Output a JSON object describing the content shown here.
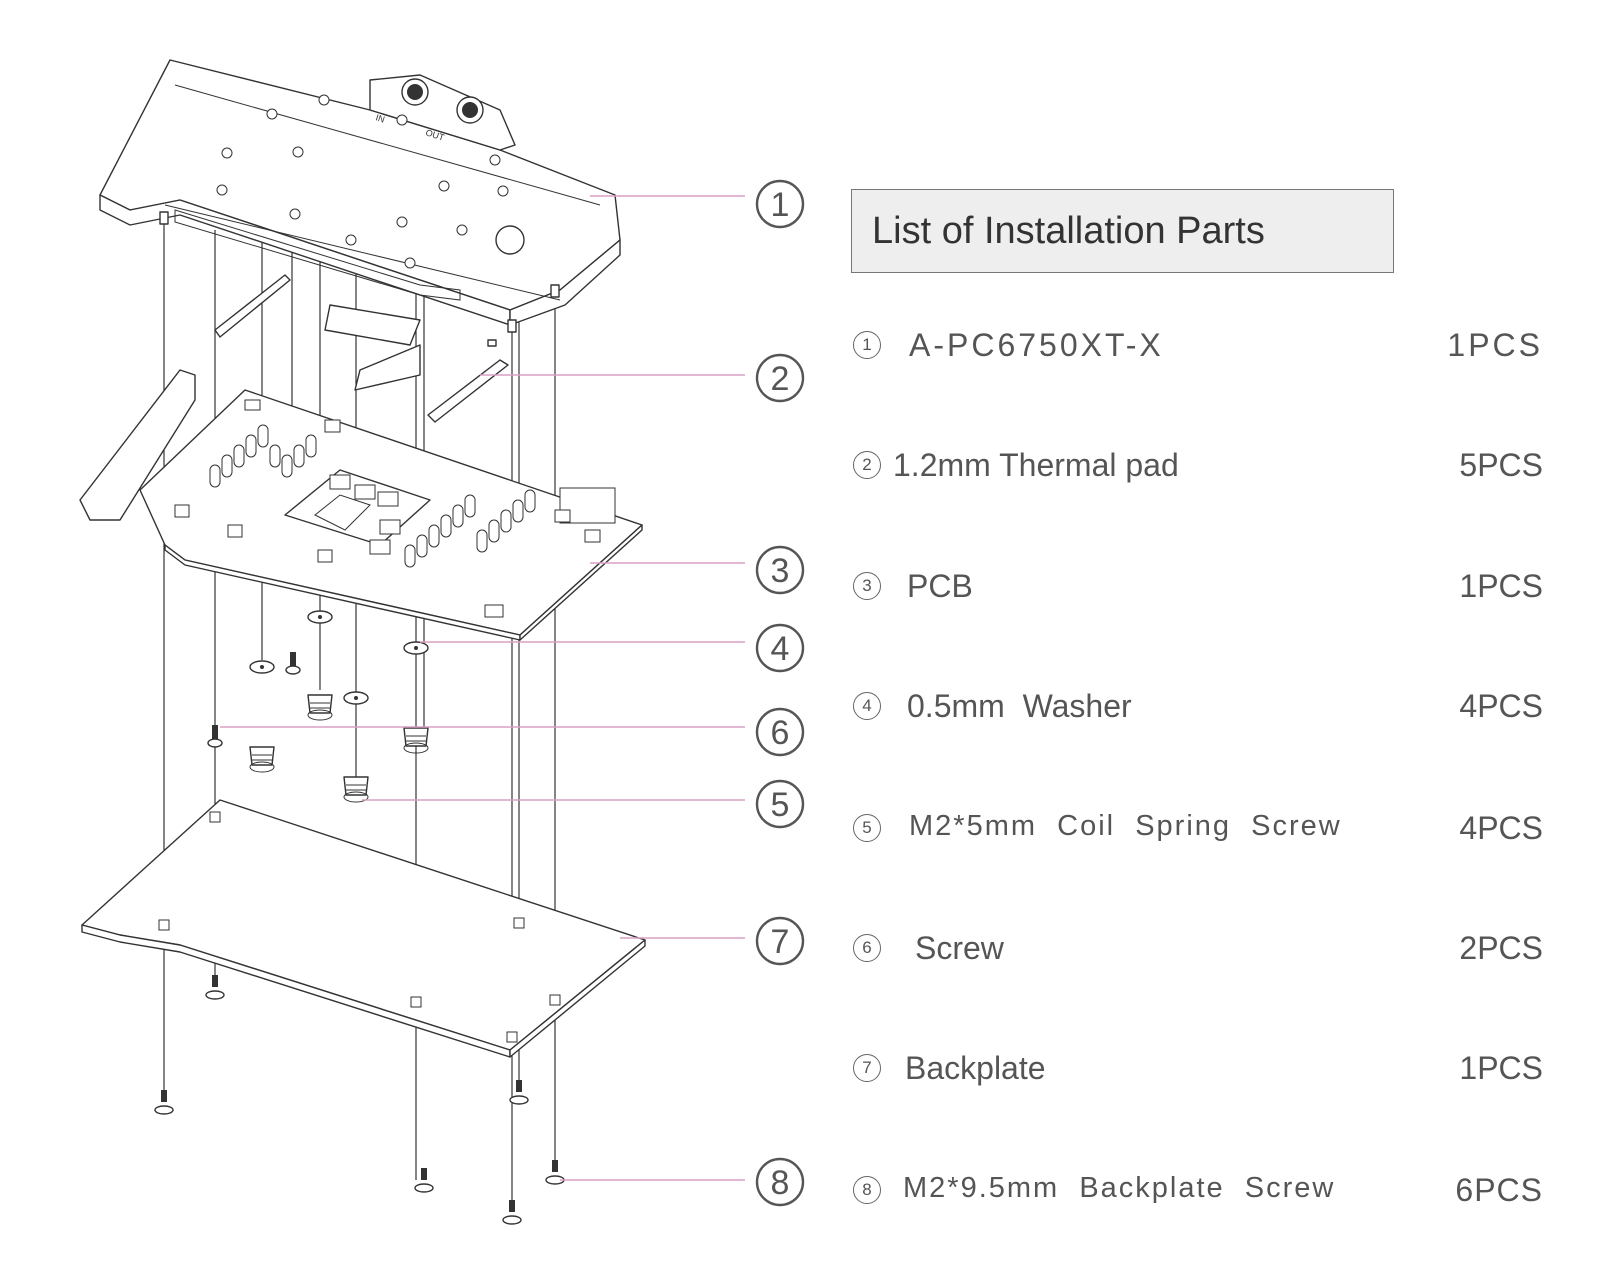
{
  "title": "List of Installation Parts",
  "colors": {
    "leader": "#d9a0c4",
    "header_bg": "#eeeeee",
    "text": "#555555"
  },
  "parts": [
    {
      "index": "1",
      "name": "A-PC6750XT-X",
      "qty": "1PCS"
    },
    {
      "index": "2",
      "name": "1.2mm Thermal pad",
      "qty": "5PCS"
    },
    {
      "index": "3",
      "name": "PCB",
      "qty": "1PCS"
    },
    {
      "index": "4",
      "name": "0.5mm  Washer",
      "qty": "4PCS"
    },
    {
      "index": "5",
      "name": "M2*5mm  Coil  Spring  Screw",
      "qty": "4PCS"
    },
    {
      "index": "6",
      "name": "Screw",
      "qty": "2PCS"
    },
    {
      "index": "7",
      "name": "Backplate",
      "qty": "1PCS"
    },
    {
      "index": "8",
      "name": "M2*9.5mm  Backplate  Screw",
      "qty": "6PCS"
    }
  ],
  "callouts": [
    "1",
    "2",
    "3",
    "4",
    "6",
    "5",
    "7",
    "8"
  ],
  "block_labels": {
    "inlet": "IN",
    "outlet": "OUT"
  }
}
